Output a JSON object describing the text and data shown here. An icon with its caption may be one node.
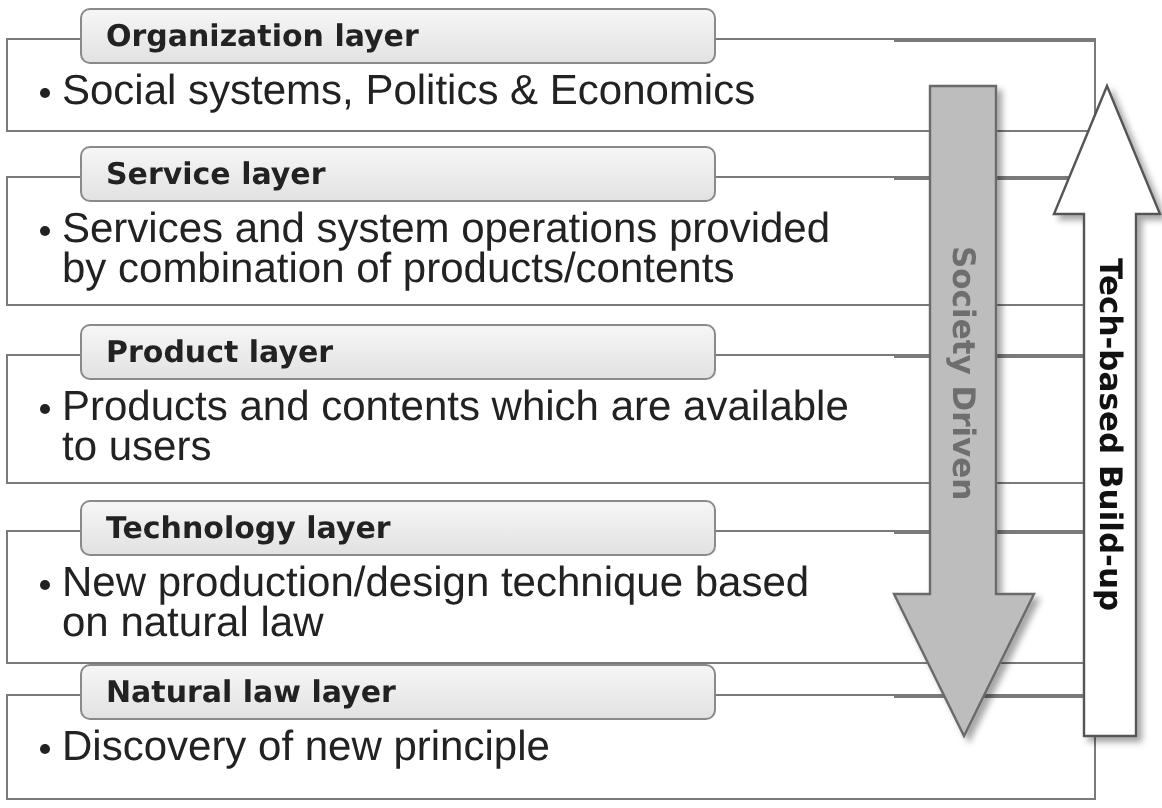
{
  "diagram": {
    "nodes": [
      {
        "text": [
          "Organization layer",
          "Social systems, Politics & Economics"
        ]
      },
      {
        "text": [
          "Service layer",
          "Services and system operations provided by combination of products/contents"
        ]
      },
      {
        "text": [
          "Product layer",
          "Products and contents which are available to users"
        ]
      },
      {
        "text": [
          "Technology layer",
          "New production/design technique based on natural law"
        ]
      },
      {
        "text": [
          "Natural law layer",
          "Discovery of new principle"
        ]
      },
      {
        "text": [
          "Society Driven"
        ]
      },
      {
        "text": [
          "Tech-based Build-up"
        ]
      }
    ]
  }
}
